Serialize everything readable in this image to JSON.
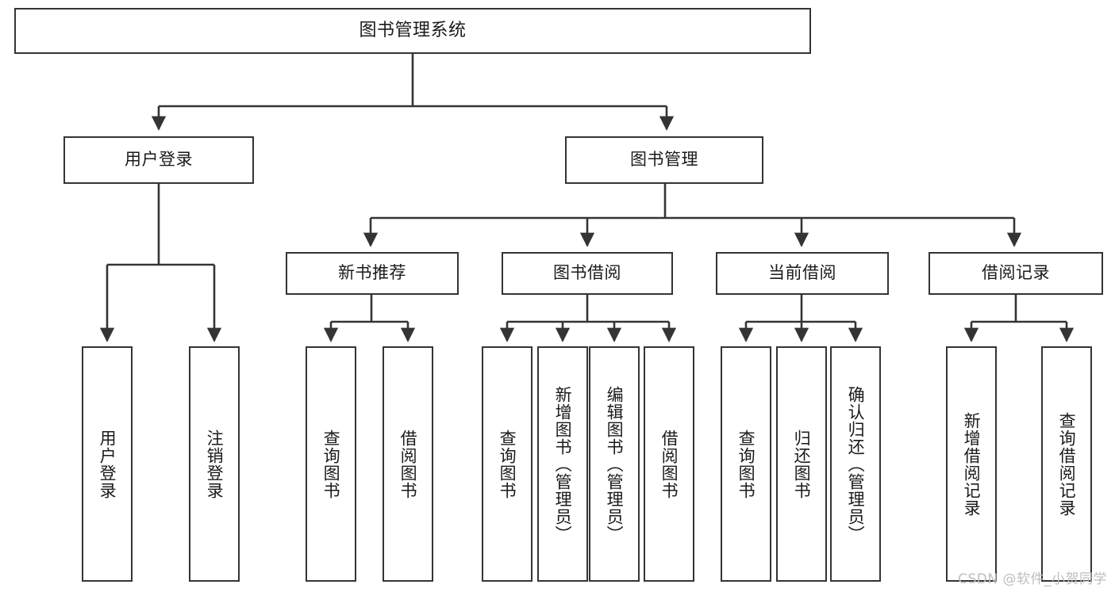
{
  "diagram": {
    "title": "图书管理系统",
    "watermark": "CSDN @软件_小贺同学",
    "colors": {
      "stroke": "#343434",
      "background": "#ffffff",
      "text": "#1a1a1a",
      "watermark": "#bdbdbd"
    },
    "levels": {
      "root": {
        "label": "图书管理系统"
      },
      "level2": [
        {
          "label": "用户登录"
        },
        {
          "label": "图书管理"
        }
      ],
      "level3": [
        {
          "label": "新书推荐"
        },
        {
          "label": "图书借阅"
        },
        {
          "label": "当前借阅"
        },
        {
          "label": "借阅记录"
        }
      ],
      "leaves": {
        "user_login": [
          {
            "label": "用户登录"
          },
          {
            "label": "注销登录"
          }
        ],
        "new_book_recommend": [
          {
            "label": "查询图书"
          },
          {
            "label": "借阅图书"
          }
        ],
        "book_borrow": [
          {
            "label": "查询图书"
          },
          {
            "label": "新增图书（管理员）"
          },
          {
            "label": "编辑图书（管理员）"
          },
          {
            "label": "借阅图书"
          }
        ],
        "current_borrow": [
          {
            "label": "查询图书"
          },
          {
            "label": "归还图书"
          },
          {
            "label": "确认归还（管理员）"
          }
        ],
        "borrow_record": [
          {
            "label": "新增借阅记录"
          },
          {
            "label": "查询借阅记录"
          }
        ]
      }
    }
  }
}
